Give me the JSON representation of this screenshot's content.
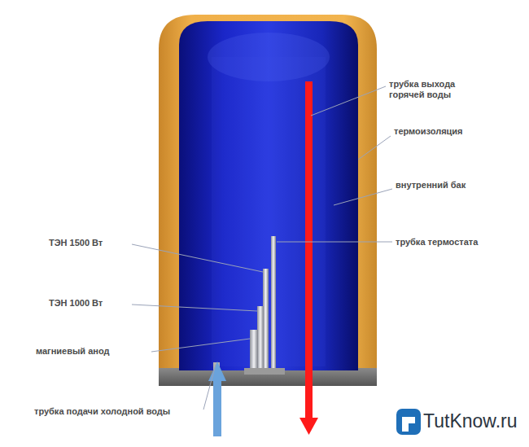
{
  "diagram": {
    "labels": [
      "трубка выхода горячей воды",
      "термоизоляция",
      "внутренний бак",
      "трубка термостата",
      "ТЭН 1500 Вт",
      "ТЭН 1000 Вт",
      "магниевый анод",
      "трубка подачи холодной воды",
      "TutKnow.ru"
    ]
  }
}
